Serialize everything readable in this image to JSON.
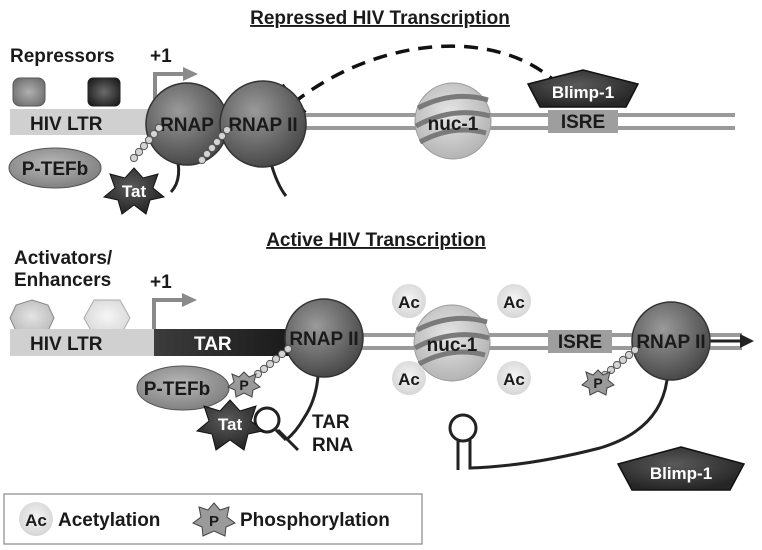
{
  "top": {
    "title": "Repressed HIV Transcription",
    "repressors_label": "Repressors",
    "tss_label": "+1",
    "ltr_label": "HIV LTR",
    "rnap_label": "RNAP",
    "rnap2_label": "RNAP II",
    "nuc_label": "nuc-1",
    "isre_label": "ISRE",
    "blimp_label": "Blimp-1",
    "ptefb_label": "P-TEFb",
    "tat_label": "Tat"
  },
  "bottom": {
    "title": "Active HIV Transcription",
    "activators_line1": "Activators/",
    "activators_line2": "Enhancers",
    "tss_label": "+1",
    "ltr_label": "HIV LTR",
    "tar_label": "TAR",
    "rnap2_label": "RNAP II",
    "nuc_label": "nuc-1",
    "ac_label": "Ac",
    "isre_label": "ISRE",
    "rnap2_right_label": "RNAP II",
    "ptefb_label": "P-TEFb",
    "p_label": "P",
    "tat_label": "Tat",
    "tar_rna_line1": "TAR",
    "tar_rna_line2": "RNA",
    "blimp_label": "Blimp-1"
  },
  "legend": {
    "ac_symbol": "Ac",
    "acetylation_label": "Acetylation",
    "p_symbol": "P",
    "phosphorylation_label": "Phosphorylation"
  }
}
